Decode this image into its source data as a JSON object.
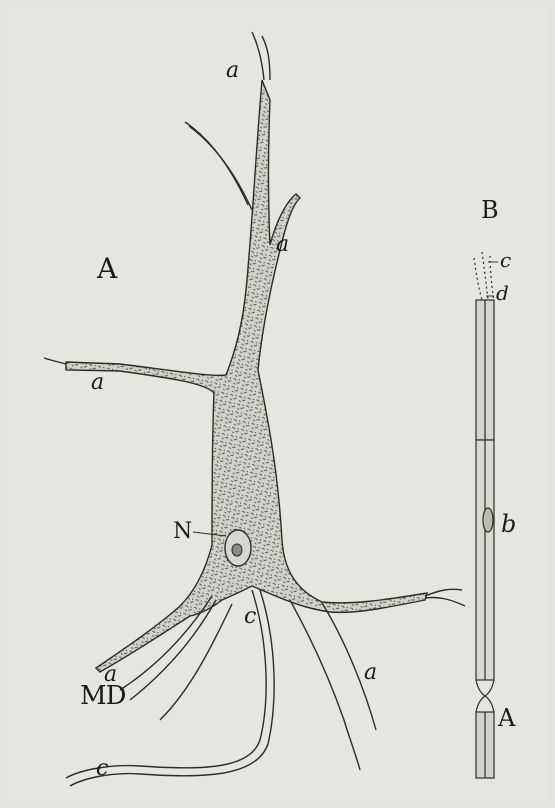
{
  "figure": {
    "panel_a": "A",
    "panel_b": "B",
    "nucleus": "N",
    "nucleus_region": "MD",
    "dendrite": "a",
    "axon": "c",
    "fiber_top": "c",
    "fiber_sheath": "d",
    "fiber_node": "b",
    "fiber_end": "A"
  }
}
